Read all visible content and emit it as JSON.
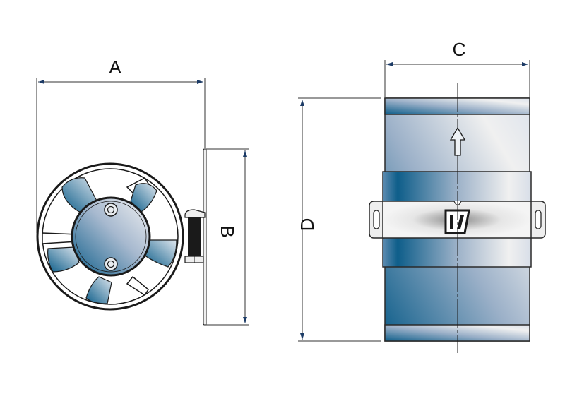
{
  "diagram": {
    "dimensions": {
      "a": "A",
      "b": "B",
      "c": "C",
      "d": "D"
    },
    "colors": {
      "blue_dark": "#0e5e8a",
      "blue_light": "#c9d5e3",
      "metal_light": "#f2f2f2",
      "line": "#1a1a1a"
    }
  }
}
